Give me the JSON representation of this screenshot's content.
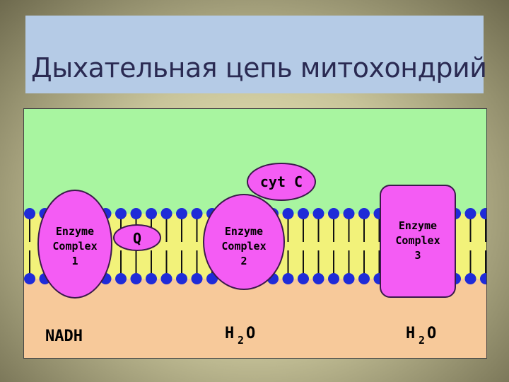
{
  "title": "Дыхательная цепь митохондрий",
  "diagram": {
    "complex1": {
      "line1": "Enzyme",
      "line2": "Complex",
      "line3": "1"
    },
    "q": "Q",
    "cytc": "cyt C",
    "complex2": {
      "line1": "Enzyme",
      "line2": "Complex",
      "line3": "2"
    },
    "complex3": {
      "line1": "Enzyme",
      "line2": "Complex",
      "line3": "3"
    },
    "nadh": "NADH",
    "h2o_left": {
      "h": "H",
      "sub": "2",
      "o": "O"
    },
    "h2o_right": {
      "h": "H",
      "sub": "2",
      "o": "O"
    },
    "colors": {
      "intermembrane": "#a8f5a0",
      "matrix": "#f7c99a",
      "membrane": "#f2f27a",
      "lipid_head": "#1f2bd8",
      "protein": "#f45cf4"
    }
  }
}
